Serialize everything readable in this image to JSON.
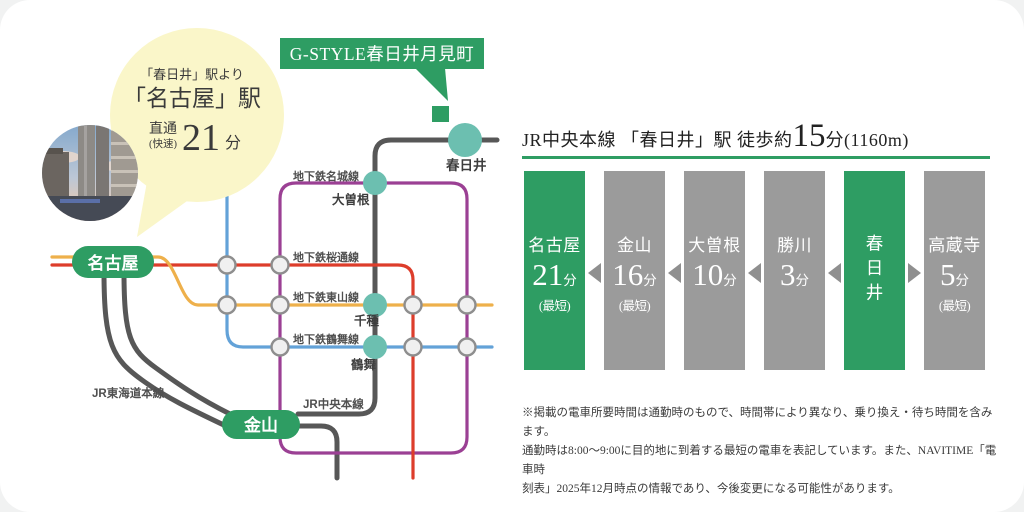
{
  "colors": {
    "brand_green": "#2e9d63",
    "box_gray": "#9b9b9b",
    "teal_station": "#6cbfb0",
    "line_meijo_purple": "#9b4094",
    "line_sakuradori_red": "#dd3d2b",
    "line_higashiyama_yellow": "#eeb04b",
    "line_tsurumai_blue": "#63a2d8",
    "line_jr_gray": "#575757",
    "bubble_yellow": "#faf6c9"
  },
  "callout": {
    "label": "G-STYLE春日井月見町"
  },
  "bubble": {
    "from_line": "「春日井」駅より",
    "dest": "「名古屋」駅",
    "direct": "直通",
    "rapid": "(快速)",
    "minutes": "21",
    "unit": "分"
  },
  "map": {
    "station_kasugai": "春日井",
    "station_ozone": "大曽根",
    "station_chikusa": "千種",
    "station_tsurumai": "鶴舞",
    "station_nagoya": "名古屋",
    "station_kanayama": "金山",
    "line_meijo": "地下鉄名城線",
    "line_sakuradori": "地下鉄桜通線",
    "line_higashiyama": "地下鉄東山線",
    "line_tsurumai": "地下鉄鶴舞線",
    "line_tokaido": "JR東海道本線",
    "line_chuo": "JR中央本線"
  },
  "panel": {
    "title_prefix": "JR中央本線 「春日井」駅 徒歩約",
    "title_minutes": "15",
    "title_suffix": "分(1160m)",
    "stations": [
      {
        "name": "名古屋",
        "time": "21",
        "unit": "分",
        "note": "(最短)"
      },
      {
        "name": "金山",
        "time": "16",
        "unit": "分",
        "note": "(最短)"
      },
      {
        "name": "大曽根",
        "time": "10",
        "unit": "分",
        "note": ""
      },
      {
        "name": "勝川",
        "time": "3",
        "unit": "分",
        "note": ""
      },
      {
        "name": "春日井",
        "time": "",
        "unit": "",
        "note": ""
      },
      {
        "name": "高蔵寺",
        "time": "5",
        "unit": "分",
        "note": "(最短)"
      }
    ],
    "note_lines": [
      "※掲載の電車所要時間は通勤時のもので、時間帯により異なり、乗り換え・待ち時間を含みます。",
      "通勤時は8:00〜9:00に目的地に到着する最短の電車を表記しています。また、NAVITIME「電車時",
      "刻表」2025年12月時点の情報であり、今後変更になる可能性があります。"
    ]
  }
}
